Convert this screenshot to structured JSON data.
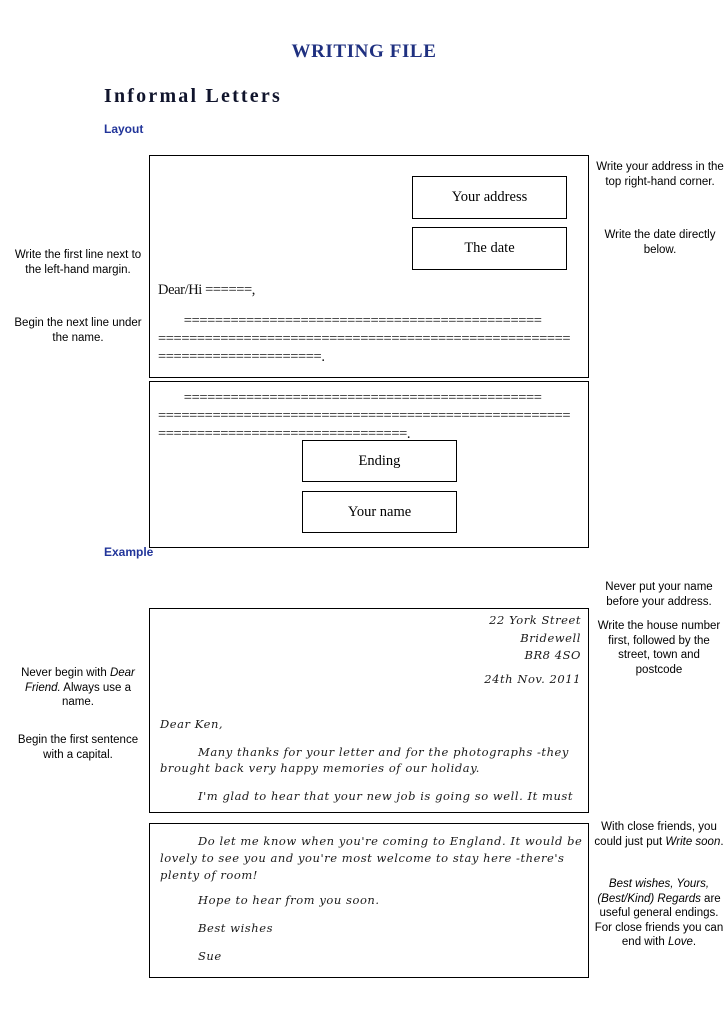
{
  "document": {
    "title": "WRITING FILE",
    "section_title": "Informal Letters",
    "headings": {
      "layout": "Layout",
      "example": "Example"
    },
    "title_color": "#1f3080",
    "heading_color": "#22359a"
  },
  "layout_diagram": {
    "slots": {
      "your_address": "Your address",
      "the_date": "The date",
      "ending": "Ending",
      "your_name": "Your name"
    },
    "template_lines": {
      "salutation": "Dear/Hi ======,",
      "body_1": "        ==============================================",
      "body_2": "=====================================================",
      "body_3": "=====================.",
      "body_4": "        ==============================================",
      "body_5": "=====================================================",
      "body_6": "================================."
    },
    "notes": {
      "address": "Write your address in the top right-hand corner.",
      "date": "Write the date directly below.",
      "first_line": "Write the first line next to the left-hand margin.",
      "next_line": "Begin the next line under the name."
    }
  },
  "example_letter": {
    "address": {
      "line_1": "22 York Street",
      "line_2": "Bridewell",
      "line_3": "BR8 4SO"
    },
    "date": "24th Nov. 2011",
    "greeting": "Dear Ken,",
    "paragraph_1": {
      "line_1": "Many thanks for your letter and for the photographs -they",
      "line_2": "brought back very happy memories of our holiday."
    },
    "paragraph_2": {
      "line_1": "I'm glad to hear that your new job is going so well. It must"
    },
    "paragraph_3": {
      "line_1": "Do let me know when you're coming to England. It would be",
      "line_2": "lovely to see you and you're most welcome to stay here -there's",
      "line_3": "plenty of room!"
    },
    "paragraph_4": "Hope to hear from you soon.",
    "closing": "Best wishes",
    "signature": "Sue",
    "notes": {
      "never_name": "Never put your name before your address.",
      "house_number": "Write the house number first, followed by the street, town and postcode",
      "dear_friend_pre": "Never begin with ",
      "dear_friend_em": "Dear Friend.",
      "dear_friend_post": " Always use a name.",
      "capital": "Begin the first sentence with a capital.",
      "close_friends_pre": "With close friends, you could just put ",
      "close_friends_em": "Write soon",
      "close_friends_post": ".",
      "endings_em": "Best wishes, Yours, (Best/Kind) Regards",
      "endings_mid": " are useful general endings. For close friends you can end with ",
      "endings_em2": "Love",
      "endings_post": "."
    }
  }
}
